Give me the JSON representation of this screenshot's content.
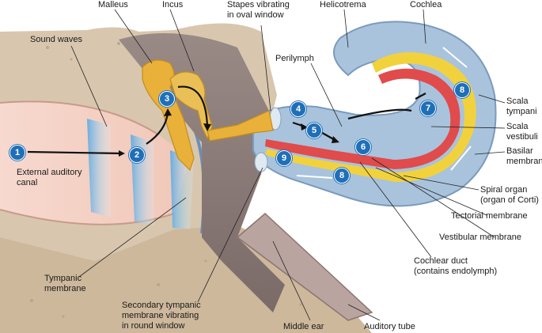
{
  "labels": {
    "malleus": "Malleus",
    "incus": "Incus",
    "stapes": "Stapes vibrating\nin oval window",
    "helicotrema": "Helicotrema",
    "cochlea": "Cochlea",
    "sound_waves": "Sound waves",
    "perilymph": "Perilymph",
    "scala_tympani": "Scala\ntympani",
    "scala_vestibuli": "Scala\nvestibuli",
    "basilar_membrane": "Basilar\nmembrane",
    "external_canal": "External auditory\ncanal",
    "spiral_organ": "Spiral organ\n(organ of Corti)",
    "tectorial_membrane": "Tectorial membrane",
    "vestibular_membrane": "Vestibular membrane",
    "tympanic_membrane": "Tympanic\nmembrane",
    "cochlear_duct": "Cochlear duct\n(contains endolymph)",
    "secondary_tympanic": "Secondary tympanic\nmembrane vibrating\nin round window",
    "middle_ear": "Middle ear",
    "auditory_tube": "Auditory tube"
  },
  "steps": {
    "s1": "1",
    "s2": "2",
    "s3": "3",
    "s4": "4",
    "s5": "5",
    "s6": "6",
    "s7": "7",
    "s8a": "8",
    "s8b": "8",
    "s9": "9"
  },
  "colors": {
    "step_marker": "#1f6fb8",
    "bone": "#c9b49a",
    "ossicles": "#e9b13a",
    "perilymph_fluid": "#a9c3dc",
    "cochlear_duct": "#e04b4b",
    "basilar_membrane": "#f2d23c"
  }
}
